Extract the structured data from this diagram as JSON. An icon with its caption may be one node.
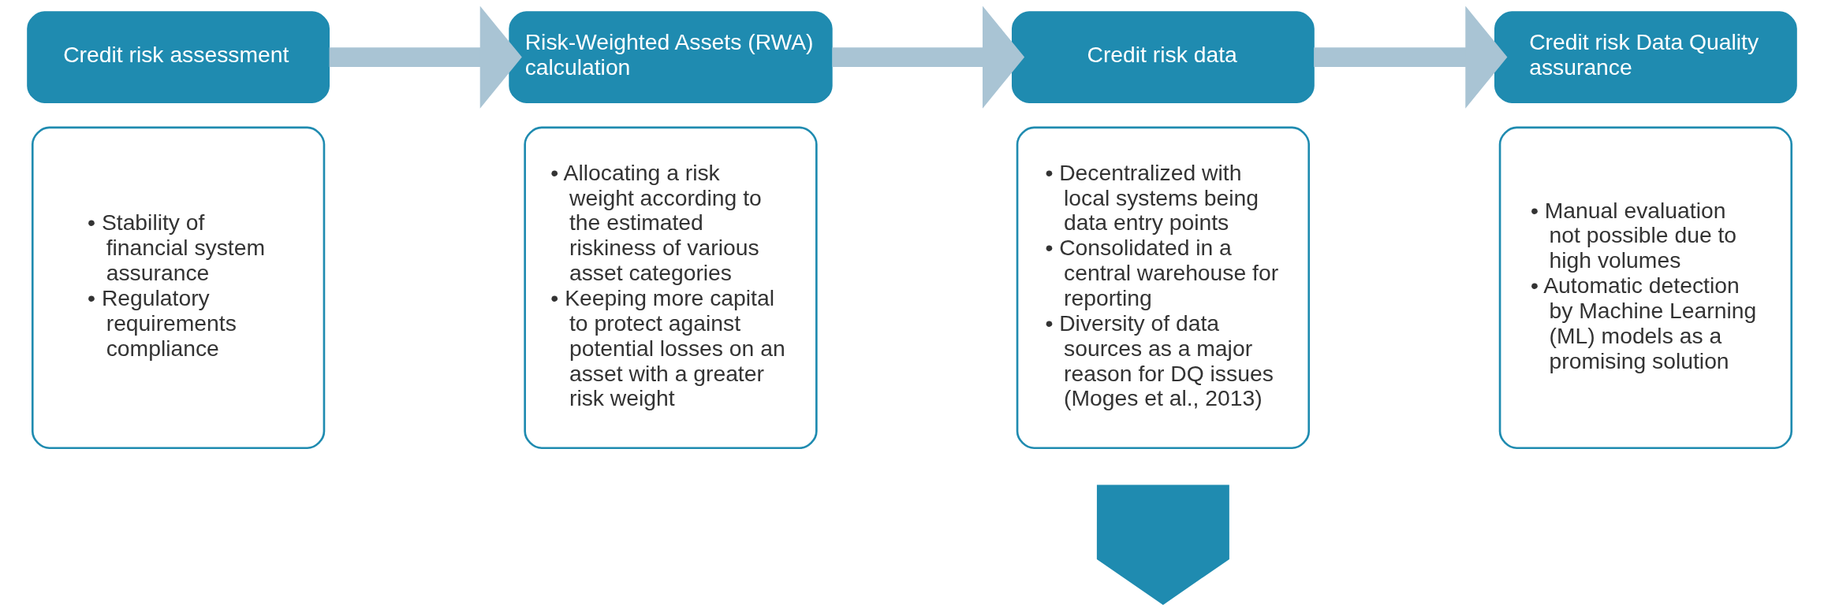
{
  "diagram": {
    "nodes": [
      {
        "text": [
          "Credit risk assessment"
        ]
      },
      {
        "text": [
          "• Stability of financial system assurance",
          "• Regulatory requirements compliance"
        ]
      },
      {
        "text": [
          "Risk-Weighted Assets (RWA) calculation"
        ]
      },
      {
        "text": [
          "• Allocating a risk weight according to the estimated riskiness of various asset categories",
          "• Keeping more capital to protect against potential losses on an asset with a greater risk weight"
        ]
      },
      {
        "text": [
          "Credit risk data"
        ]
      },
      {
        "text": [
          "• Decentralized with local systems being data entry points",
          "• Consolidated in a central warehouse for reporting",
          "• Diversity of data sources as a major reason for DQ issues (Moges et al., 2013)"
        ]
      },
      {
        "text": [
          "Credit risk Data Quality assurance"
        ]
      },
      {
        "text": [
          "• Manual evaluation not possible due to high volumes",
          "• Automatic detection by Machine Learning (ML) models as a promising solution"
        ]
      },
      {
        "text": [],
        "shape": "arrow"
      }
    ],
    "edges": [
      {
        "from": 0,
        "to": 2,
        "arrow": "to"
      },
      {
        "from": 2,
        "to": 4,
        "arrow": "to"
      },
      {
        "from": 4,
        "to": 6,
        "arrow": "to"
      }
    ]
  }
}
